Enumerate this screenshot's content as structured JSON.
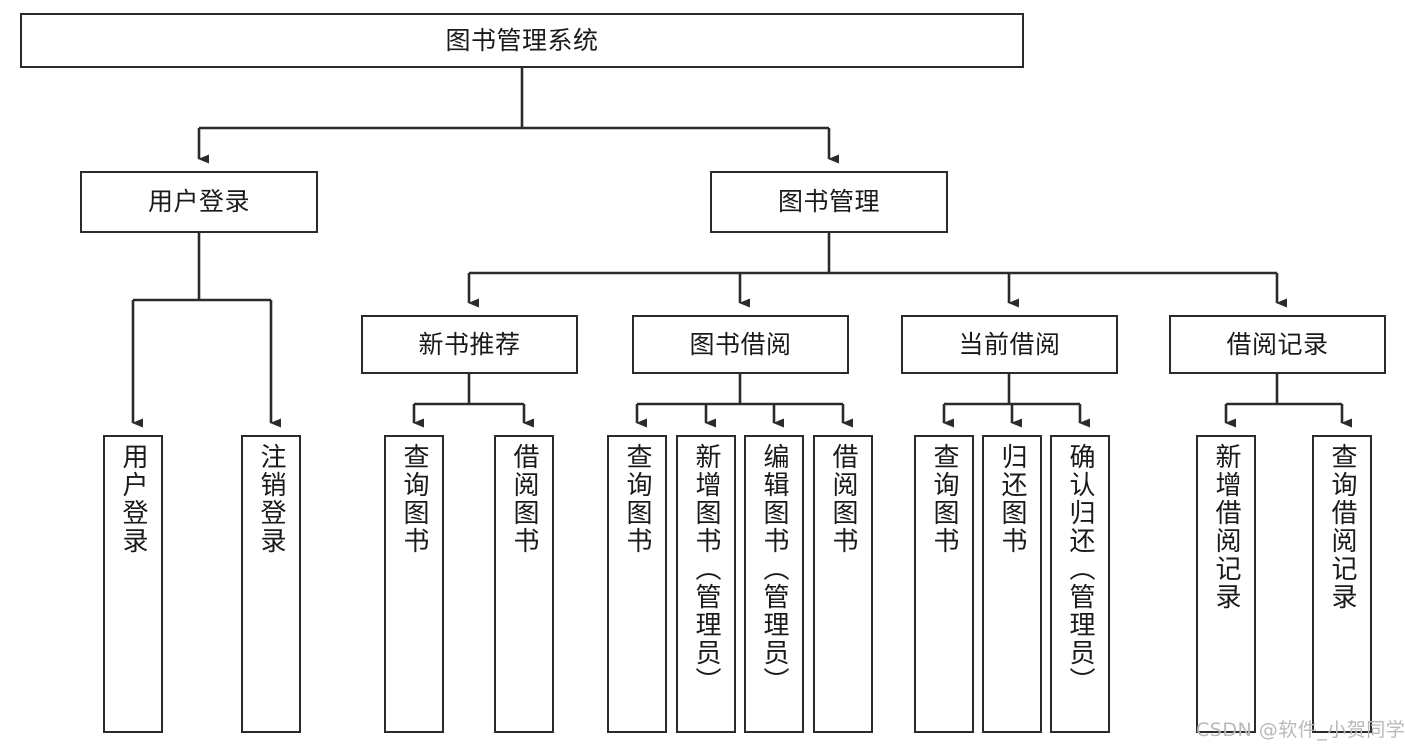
{
  "diagram": {
    "title": "图书管理系统",
    "type": "functional-structure-tree",
    "levels": 4
  },
  "nodes": {
    "root": {
      "label": "图书管理系统"
    },
    "level2": [
      {
        "id": "user-login",
        "label": "用户登录"
      },
      {
        "id": "book-manage",
        "label": "图书管理"
      }
    ],
    "level3": [
      {
        "id": "new-book-recommend",
        "label": "新书推荐"
      },
      {
        "id": "book-borrow",
        "label": "图书借阅"
      },
      {
        "id": "current-borrow",
        "label": "当前借阅"
      },
      {
        "id": "borrow-record",
        "label": "借阅记录"
      }
    ],
    "leaves": {
      "user_login": [
        {
          "id": "leaf-user-login",
          "label": "用户登录"
        },
        {
          "id": "leaf-logout",
          "label": "注销登录"
        }
      ],
      "new_book_recommend": [
        {
          "id": "leaf-query-book-1",
          "label": "查询图书"
        },
        {
          "id": "leaf-borrow-book-1",
          "label": "借阅图书"
        }
      ],
      "book_borrow": [
        {
          "id": "leaf-query-book-2",
          "label": "查询图书"
        },
        {
          "id": "leaf-add-book",
          "label": "新增图书（管理员）"
        },
        {
          "id": "leaf-edit-book",
          "label": "编辑图书（管理员）"
        },
        {
          "id": "leaf-borrow-book-2",
          "label": "借阅图书"
        }
      ],
      "current_borrow": [
        {
          "id": "leaf-query-book-3",
          "label": "查询图书"
        },
        {
          "id": "leaf-return-book",
          "label": "归还图书"
        },
        {
          "id": "leaf-confirm-return",
          "label": "确认归还（管理员）"
        }
      ],
      "borrow_record": [
        {
          "id": "leaf-add-record",
          "label": "新增借阅记录"
        },
        {
          "id": "leaf-query-record",
          "label": "查询借阅记录"
        }
      ]
    }
  },
  "watermark": {
    "text": "CSDN @软件_小贺同学"
  },
  "colors": {
    "stroke": "#2b2b2b",
    "fill": "#ffffff",
    "text": "#1a1a1a",
    "watermark": "#b9b9b9"
  }
}
